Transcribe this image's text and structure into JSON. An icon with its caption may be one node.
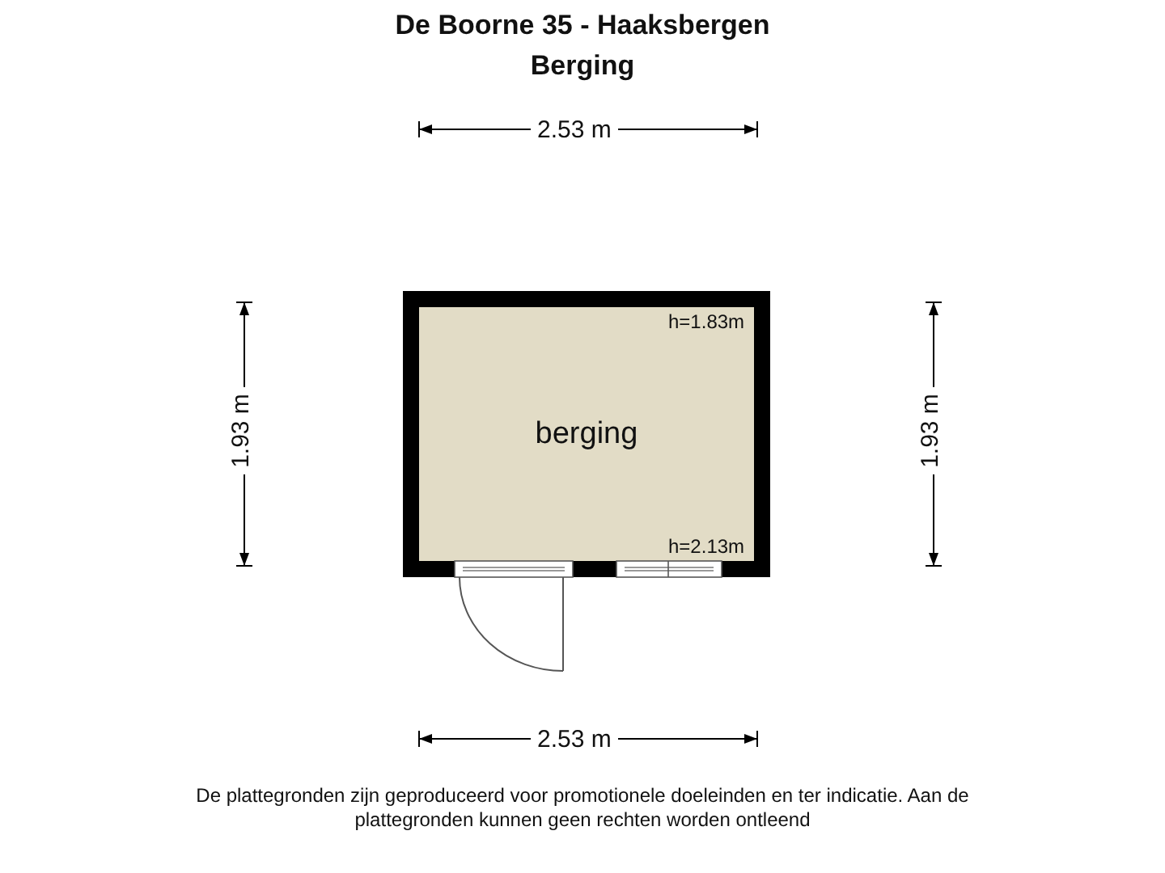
{
  "diagram": {
    "title": "De Boorne 35 - Haaksbergen",
    "caption": "De plattegronden zijn geproduceerd voor promotionele doeleinden en ter indicatie. Aan de plattegronden kunnen geen rechten worden ontleend",
    "nodes": [
      {
        "text": [
          "berging"
        ]
      }
    ],
    "edges": [],
    "labels": [
      "Berging",
      "2.53 m",
      "1.93 m",
      "h=1.83m",
      "1.93 m",
      "h=2.13m",
      "2.53 m"
    ]
  }
}
